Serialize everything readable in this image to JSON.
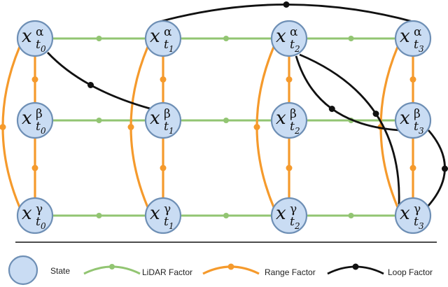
{
  "colors": {
    "lidar": "#92c572",
    "range": "#f59a2c",
    "loop": "#111111",
    "node_fill": "#c9dcf3",
    "node_stroke": "#6e8fb5"
  },
  "node_symbol": "x",
  "time_symbol": "t",
  "time_indices": [
    "0",
    "1",
    "2",
    "3"
  ],
  "robots": [
    "α",
    "β",
    "γ"
  ],
  "legend": {
    "state": "State",
    "lidar": "LiDAR Factor",
    "range": "Range Factor",
    "loop": "Loop Factor"
  }
}
